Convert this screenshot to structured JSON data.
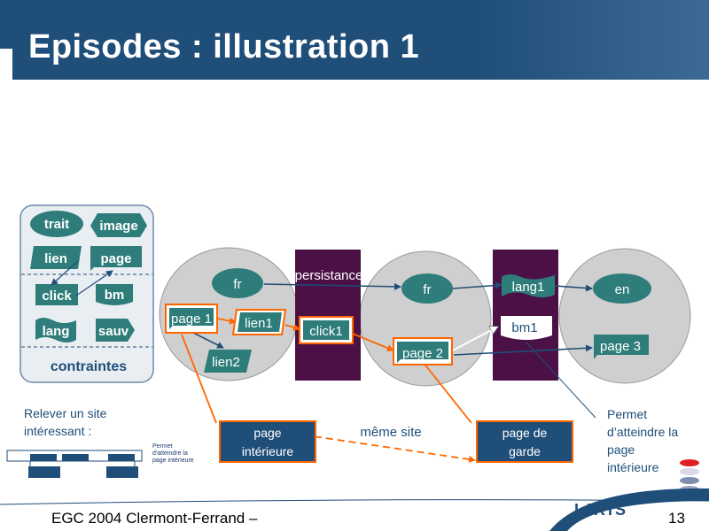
{
  "title": "Episodes : illustration 1",
  "legend": {
    "items": [
      "trait",
      "image",
      "lien",
      "page",
      "click",
      "bm",
      "lang",
      "sauv"
    ],
    "caption": "contraintes"
  },
  "diagram": {
    "persistance": "persistance",
    "same_site": "même site",
    "nodes": {
      "fr1": "fr",
      "page1": "page 1",
      "lien1": "lien1",
      "lien2": "lien2",
      "click1": "click1",
      "fr2": "fr",
      "page2": "page 2",
      "lang1": "lang1",
      "bm1": "bm1",
      "en": "en",
      "page3": "page 3"
    },
    "box_left": [
      "page",
      "intérieure"
    ],
    "box_right": [
      "page de",
      "garde"
    ]
  },
  "notes": {
    "left": [
      "Relever un site",
      "intéressant :"
    ],
    "small": [
      "Permet",
      "d'atteindre la",
      "page intérieure"
    ],
    "right": [
      "Permet",
      "d’atteindre la",
      "page",
      "intérieure"
    ]
  },
  "footer": {
    "text": "EGC 2004 Clermont-Ferrand –",
    "page_number": "13",
    "logo": "LIRIS"
  },
  "colors": {
    "title_bar": "#1f4e79",
    "shape_fill": "#2e7d7a",
    "arrow": "#1f4e79",
    "highlight": "#ff6600",
    "column": "#4b1147",
    "circle": "#cfcfcf"
  }
}
